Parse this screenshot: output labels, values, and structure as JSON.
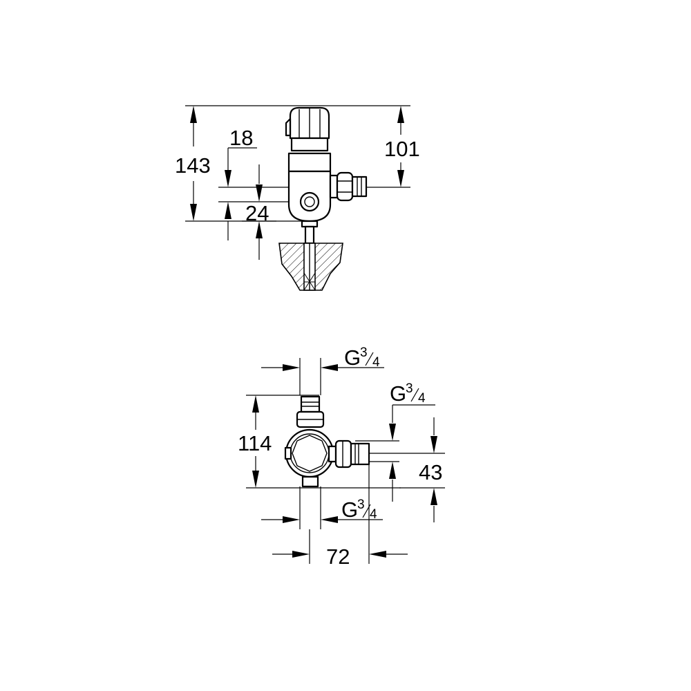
{
  "side_view": {
    "dim_overall_height": "143",
    "dim_inlet_height": "101",
    "dim_offset_top": "18",
    "dim_offset_bottom": "24"
  },
  "top_view": {
    "dim_width_vertical": "114",
    "dim_height_right": "43",
    "dim_width_horizontal": "72",
    "thread_top": {
      "letter": "G",
      "num": "3",
      "den": "4"
    },
    "thread_right": {
      "letter": "G",
      "num": "3",
      "den": "4"
    },
    "thread_bottom": {
      "letter": "G",
      "num": "3",
      "den": "4"
    }
  }
}
